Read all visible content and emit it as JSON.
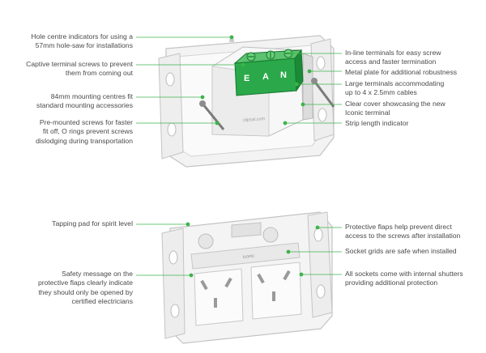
{
  "colors": {
    "accent": "#3cb44a",
    "terminal_green": "#1f9c3a",
    "plate": "#f2f2f2",
    "outline": "#c9c9c9"
  },
  "top_unit": {
    "terminal_letters": [
      "E",
      "A",
      "N"
    ],
    "cover_text": "clipsal.com",
    "callouts_left": [
      {
        "lines": [
          "Hole centre indicators for using a",
          "57mm hole-saw for installations"
        ]
      },
      {
        "lines": [
          "Captive terminal screws to prevent",
          "them from coming out"
        ]
      },
      {
        "lines": [
          "84mm mounting centres fit",
          "standard mounting accessories"
        ]
      },
      {
        "lines": [
          "Pre-mounted screws for faster",
          "fit off, O rings prevent screws",
          "dislodging during transportation"
        ]
      }
    ],
    "callouts_right": [
      {
        "lines": [
          "In-line terminals for easy screw",
          "access and faster termination"
        ]
      },
      {
        "lines": [
          "Metal plate for additional robustness"
        ]
      },
      {
        "lines": [
          "Large terminals accommodating",
          "up to 4 x 2.5mm cables"
        ]
      },
      {
        "lines": [
          "Clear cover showcasing the new",
          "Iconic terminal"
        ]
      },
      {
        "lines": [
          "Strip length indicator"
        ]
      }
    ]
  },
  "bottom_unit": {
    "brand_text": "Iconic",
    "callouts_left": [
      {
        "lines": [
          "Tapping pad for spirit level"
        ]
      },
      {
        "lines": [
          "Safety message on the",
          "protective flaps clearly indicate",
          "they should only be opened by",
          "certified electricians"
        ]
      }
    ],
    "callouts_right": [
      {
        "lines": [
          "Protective flaps help prevent direct",
          "access to the screws after installation"
        ]
      },
      {
        "lines": [
          "Socket grids are safe when installed"
        ]
      },
      {
        "lines": [
          "All sockets come with internal shutters",
          "providing additional protection"
        ]
      }
    ]
  }
}
